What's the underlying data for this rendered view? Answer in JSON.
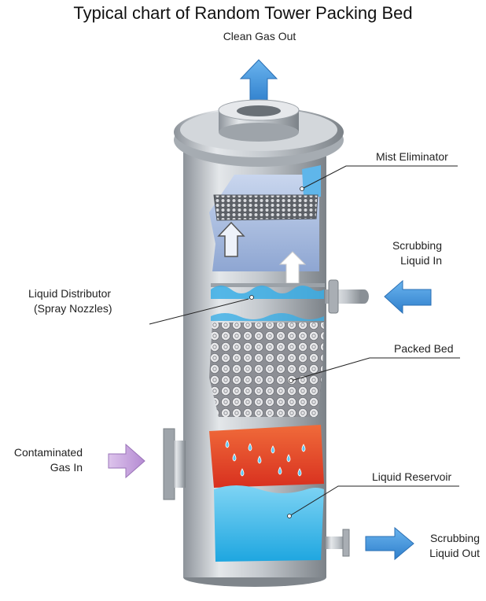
{
  "title": "Typical chart of Random Tower Packing Bed",
  "labels": {
    "clean_gas_out": "Clean Gas Out",
    "mist_eliminator": "Mist Eliminator",
    "scrubbing_liquid_in": [
      "Scrubbing",
      "Liquid In"
    ],
    "liquid_distributor": [
      "Liquid Distributor",
      "(Spray Nozzles)"
    ],
    "packed_bed": "Packed Bed",
    "contaminated_gas_in": [
      "Contaminated",
      "Gas In"
    ],
    "liquid_reservoir": "Liquid Reservoir",
    "scrubbing_liquid_out": [
      "Scrubbing",
      "Liquid Out"
    ]
  },
  "colors": {
    "shell": "#b9bec4",
    "gas_space": "#aebfe0",
    "liquid": "#35b7ea",
    "packing": "#c9c9cc",
    "hot_zone": "#e8402a",
    "arrow_blue": "#3a8fd6",
    "arrow_purple": "#c7a3dd"
  }
}
